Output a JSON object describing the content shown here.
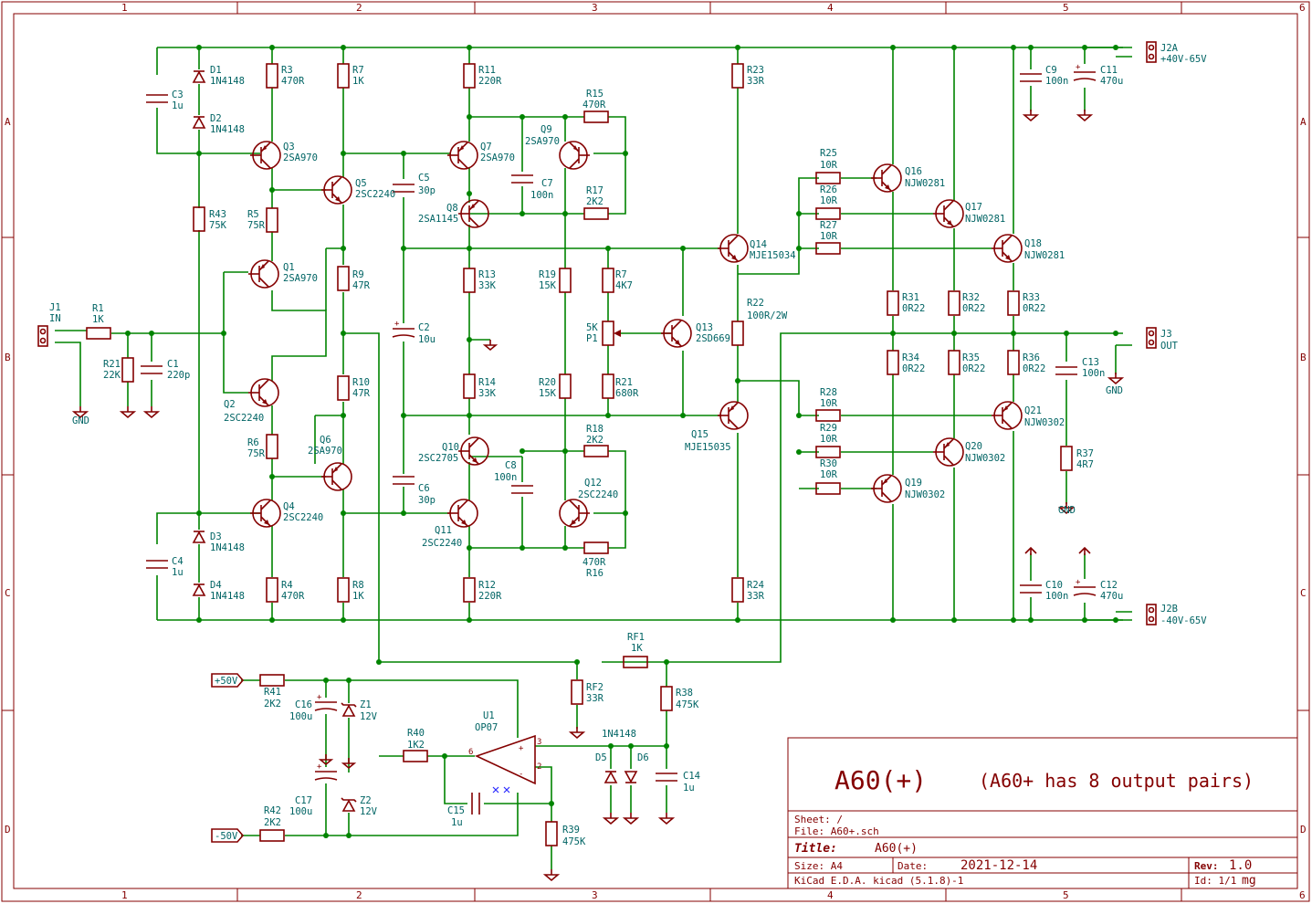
{
  "sheet_grid": {
    "columns": [
      "1",
      "2",
      "3",
      "4",
      "5",
      "6"
    ],
    "rows": [
      "A",
      "B",
      "C",
      "D"
    ]
  },
  "title_block": {
    "big_title": "A60(+)",
    "note": "(A60+ has 8 output pairs)",
    "sheet": "Sheet: /",
    "file": "File: A60+.sch",
    "title_label": "Title:",
    "title_value": "A60(+)",
    "size": "Size: A4",
    "date_label": "Date:",
    "date_value": "2021-12-14",
    "rev_label": "Rev:",
    "rev_value": "1.0",
    "tool": "KiCad E.D.A.  kicad (5.1.8)-1",
    "id": "Id: 1/1",
    "author": "mg"
  },
  "components": {
    "J1": {
      "ref": "J1",
      "val": "IN"
    },
    "R1": {
      "ref": "R1",
      "val": "1K"
    },
    "R21b": {
      "ref": "R21",
      "val": "22K"
    },
    "C1": {
      "ref": "C1",
      "val": "220p"
    },
    "GND_in": {
      "ref": "GND"
    },
    "C3": {
      "ref": "C3",
      "val": "1u"
    },
    "D1": {
      "ref": "D1",
      "val": "1N4148"
    },
    "D2": {
      "ref": "D2",
      "val": "1N4148"
    },
    "D3": {
      "ref": "D3",
      "val": "1N4148"
    },
    "D4": {
      "ref": "D4",
      "val": "1N4148"
    },
    "C4": {
      "ref": "C4",
      "val": "1u"
    },
    "R43": {
      "ref": "R43",
      "val": "75K"
    },
    "R3": {
      "ref": "R3",
      "val": "470R"
    },
    "R4": {
      "ref": "R4",
      "val": "470R"
    },
    "R5": {
      "ref": "R5",
      "val": "75R"
    },
    "R6": {
      "ref": "R6",
      "val": "75R"
    },
    "Q1": {
      "ref": "Q1",
      "val": "2SA970"
    },
    "Q2": {
      "ref": "Q2",
      "val": "2SC2240"
    },
    "Q3": {
      "ref": "Q3",
      "val": "2SA970"
    },
    "Q4": {
      "ref": "Q4",
      "val": "2SC2240"
    },
    "Q5": {
      "ref": "Q5",
      "val": "2SC2240"
    },
    "Q6": {
      "ref": "Q6",
      "val": "2SA970"
    },
    "R7": {
      "ref": "R7",
      "val": "1K"
    },
    "R8": {
      "ref": "R8",
      "val": "1K"
    },
    "R9": {
      "ref": "R9",
      "val": "47R"
    },
    "R10": {
      "ref": "R10",
      "val": "47R"
    },
    "C5": {
      "ref": "C5",
      "val": "30p"
    },
    "C6": {
      "ref": "C6",
      "val": "30p"
    },
    "C2": {
      "ref": "C2",
      "val": "10u"
    },
    "R11": {
      "ref": "R11",
      "val": "220R"
    },
    "R12": {
      "ref": "R12",
      "val": "220R"
    },
    "R13": {
      "ref": "R13",
      "val": "33K"
    },
    "R14": {
      "ref": "R14",
      "val": "33K"
    },
    "Q7": {
      "ref": "Q7",
      "val": "2SA970"
    },
    "Q8": {
      "ref": "Q8",
      "val": "2SA1145"
    },
    "Q9": {
      "ref": "Q9",
      "val": "2SA970"
    },
    "Q10": {
      "ref": "Q10",
      "val": "2SC2705"
    },
    "Q11": {
      "ref": "Q11",
      "val": "2SC2240"
    },
    "Q12": {
      "ref": "Q12",
      "val": "2SC2240"
    },
    "C7": {
      "ref": "C7",
      "val": "100n"
    },
    "C8": {
      "ref": "C8",
      "val": "100n"
    },
    "R15": {
      "ref": "R15",
      "val": "470R"
    },
    "R16": {
      "ref": "R16",
      "val": "470R"
    },
    "R17": {
      "ref": "R17",
      "val": "2K2"
    },
    "R18": {
      "ref": "R18",
      "val": "2K2"
    },
    "R19": {
      "ref": "R19",
      "val": "15K"
    },
    "R20": {
      "ref": "R20",
      "val": "15K"
    },
    "R7p": {
      "ref": "R7",
      "val": "4K7"
    },
    "P1": {
      "ref": "P1",
      "val": "5K"
    },
    "R21": {
      "ref": "R21",
      "val": "680R"
    },
    "Q13": {
      "ref": "Q13",
      "val": "2SD669"
    },
    "Q14": {
      "ref": "Q14",
      "val": "MJE15034"
    },
    "Q15": {
      "ref": "Q15",
      "val": "MJE15035"
    },
    "R22": {
      "ref": "R22",
      "val": "100R/2W"
    },
    "R23": {
      "ref": "R23",
      "val": "33R"
    },
    "R24": {
      "ref": "R24",
      "val": "33R"
    },
    "R25": {
      "ref": "R25",
      "val": "10R"
    },
    "R26": {
      "ref": "R26",
      "val": "10R"
    },
    "R27": {
      "ref": "R27",
      "val": "10R"
    },
    "R28": {
      "ref": "R28",
      "val": "10R"
    },
    "R29": {
      "ref": "R29",
      "val": "10R"
    },
    "R30": {
      "ref": "R30",
      "val": "10R"
    },
    "Q16": {
      "ref": "Q16",
      "val": "NJW0281"
    },
    "Q17": {
      "ref": "Q17",
      "val": "NJW0281"
    },
    "Q18": {
      "ref": "Q18",
      "val": "NJW0281"
    },
    "Q19": {
      "ref": "Q19",
      "val": "NJW0302"
    },
    "Q20": {
      "ref": "Q20",
      "val": "NJW0302"
    },
    "Q21": {
      "ref": "Q21",
      "val": "NJW0302"
    },
    "R31": {
      "ref": "R31",
      "val": "0R22"
    },
    "R32": {
      "ref": "R32",
      "val": "0R22"
    },
    "R33": {
      "ref": "R33",
      "val": "0R22"
    },
    "R34": {
      "ref": "R34",
      "val": "0R22"
    },
    "R35": {
      "ref": "R35",
      "val": "0R22"
    },
    "R36": {
      "ref": "R36",
      "val": "0R22"
    },
    "C9": {
      "ref": "C9",
      "val": "100n"
    },
    "C11": {
      "ref": "C11",
      "val": "470u"
    },
    "C10": {
      "ref": "C10",
      "val": "100n"
    },
    "C12": {
      "ref": "C12",
      "val": "470u"
    },
    "C13": {
      "ref": "C13",
      "val": "100n"
    },
    "R37": {
      "ref": "R37",
      "val": "4R7"
    },
    "GND_out": {
      "ref": "GND"
    },
    "GND_j3": {
      "ref": "GND"
    },
    "J2A": {
      "ref": "J2A",
      "val": "+40V-65V"
    },
    "J2B": {
      "ref": "J2B",
      "val": "-40V-65V"
    },
    "J3": {
      "ref": "J3",
      "val": "OUT"
    },
    "RF1": {
      "ref": "RF1",
      "val": "1K"
    },
    "RF2": {
      "ref": "RF2",
      "val": "33R"
    },
    "R38": {
      "ref": "R38",
      "val": "475K"
    },
    "R39": {
      "ref": "R39",
      "val": "475K"
    },
    "R40": {
      "ref": "R40",
      "val": "1K2"
    },
    "R41": {
      "ref": "R41",
      "val": "2K2"
    },
    "R42": {
      "ref": "R42",
      "val": "2K2"
    },
    "C14": {
      "ref": "C14",
      "val": "1u"
    },
    "C15": {
      "ref": "C15",
      "val": "1u"
    },
    "C16": {
      "ref": "C16",
      "val": "100u"
    },
    "C17": {
      "ref": "C17",
      "val": "100u"
    },
    "Z1": {
      "ref": "Z1",
      "val": "12V"
    },
    "Z2": {
      "ref": "Z2",
      "val": "12V"
    },
    "D5": {
      "ref": "D5"
    },
    "D6": {
      "ref": "D6"
    },
    "D56": {
      "val": "1N4148"
    },
    "U1": {
      "ref": "U1",
      "val": "OP07"
    },
    "P50": {
      "val": "+50V"
    },
    "N50": {
      "val": "-50V"
    }
  },
  "colors": {
    "wire": "#008400",
    "component": "#840000",
    "label": "#006464",
    "frame": "#840000"
  }
}
